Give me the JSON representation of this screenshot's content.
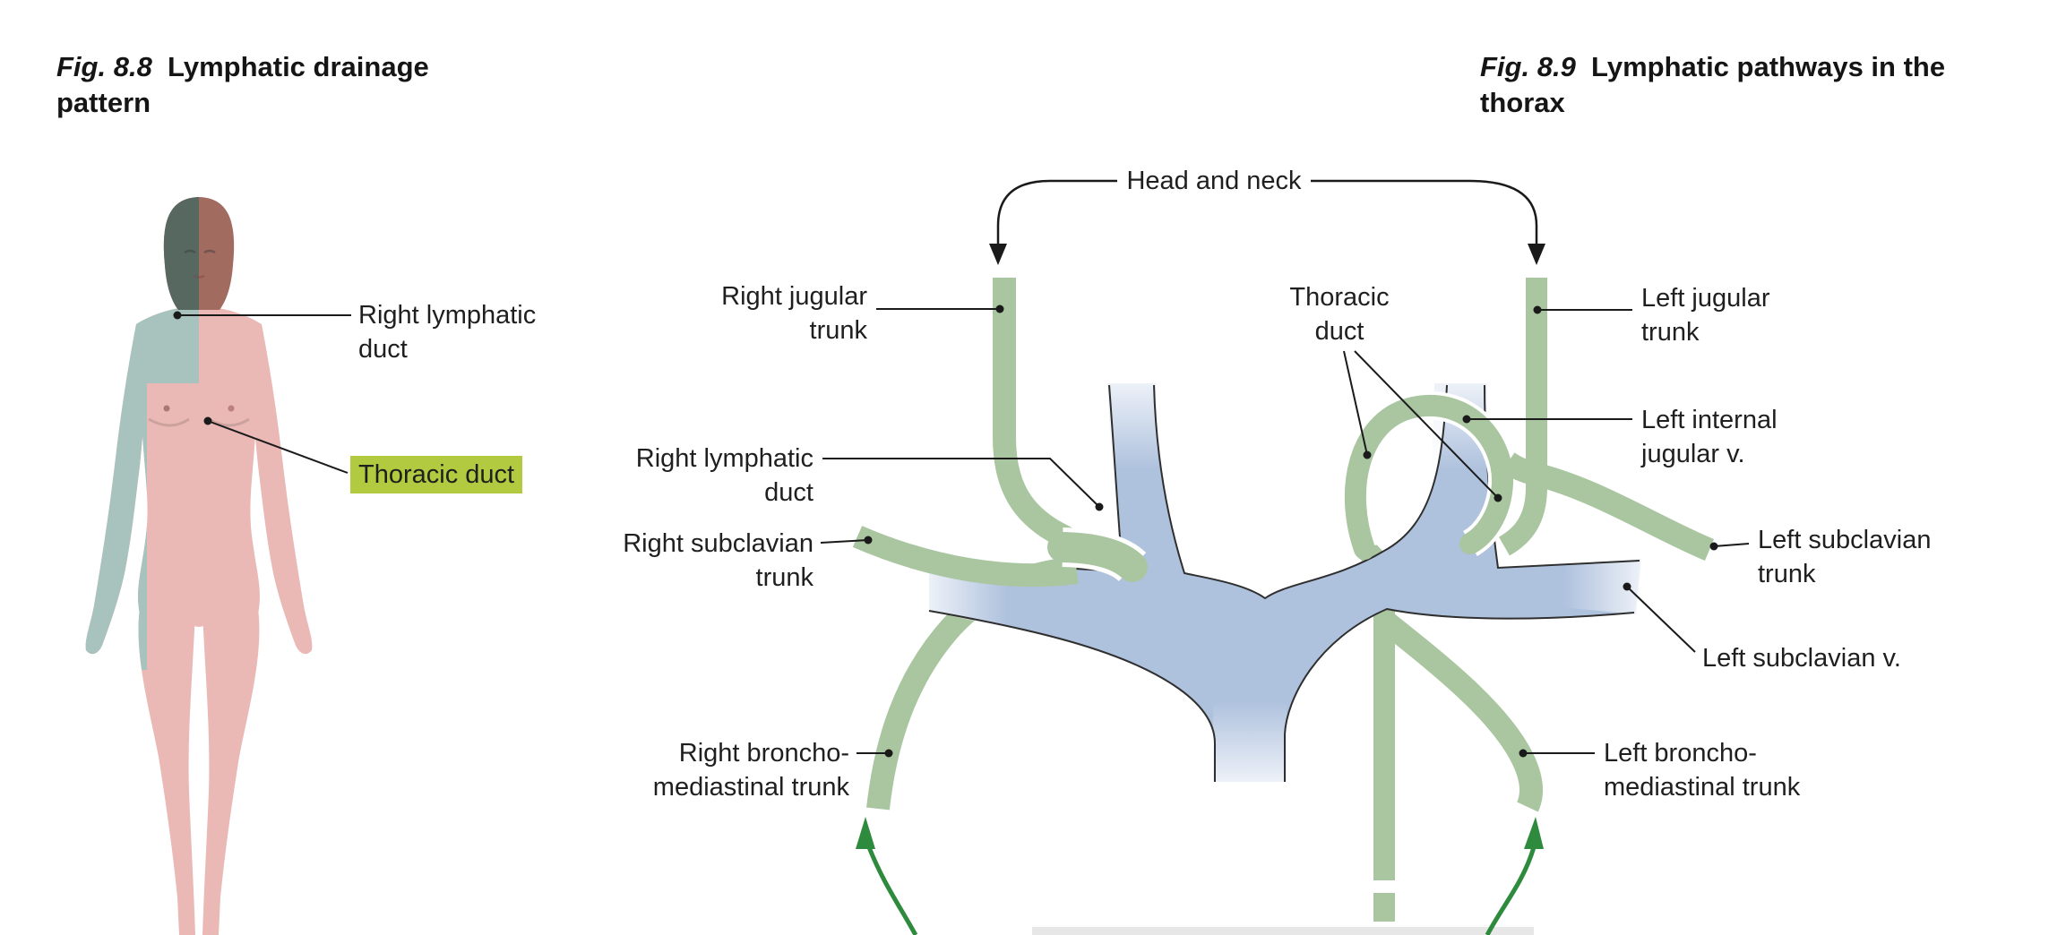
{
  "fig_8_8": {
    "number": "Fig. 8.8",
    "title": "Lymphatic drainage pattern",
    "labels": {
      "right_lymphatic_duct": {
        "line1": "Right lymphatic",
        "line2": "duct"
      },
      "thoracic_duct": {
        "text": "Thoracic duct"
      }
    },
    "legend_colors": {
      "right_lymphatic_duct_region": "#a8c2bd",
      "thoracic_duct_region": "#eab9b6",
      "thoracic_duct_highlight": "#b2ca40"
    }
  },
  "fig_8_9": {
    "number": "Fig. 8.9",
    "title": "Lymphatic pathways in the thorax",
    "labels": {
      "head_and_neck": {
        "text": "Head and neck"
      },
      "right_jugular_trunk": {
        "line1": "Right jugular",
        "line2": "trunk"
      },
      "right_lymphatic_duct": {
        "line1": "Right lymphatic",
        "line2": "duct"
      },
      "right_subclavian_trunk": {
        "line1": "Right subclavian",
        "line2": "trunk"
      },
      "right_bronchomediastinal_trunk": {
        "line1": "Right broncho-",
        "line2": "mediastinal trunk"
      },
      "thoracic_duct": {
        "line1": "Thoracic",
        "line2": "duct"
      },
      "left_jugular_trunk": {
        "line1": "Left jugular",
        "line2": "trunk"
      },
      "left_internal_jugular_v": {
        "line1": "Left internal",
        "line2": "jugular v."
      },
      "left_subclavian_trunk": {
        "line1": "Left subclavian",
        "line2": "trunk"
      },
      "left_subclavian_v": {
        "text": "Left subclavian v."
      },
      "left_bronchomediastinal_trunk": {
        "line1": "Left broncho-",
        "line2": "mediastinal trunk"
      }
    },
    "colors": {
      "vein": "#aec1dd",
      "vein_faded_end": "#edf1f8",
      "vein_outline": "#2f2f2f",
      "lymph": "#a9c6a0",
      "flow_arrow": "#2e8b3d",
      "leader_line": "#1a1a1a"
    }
  }
}
